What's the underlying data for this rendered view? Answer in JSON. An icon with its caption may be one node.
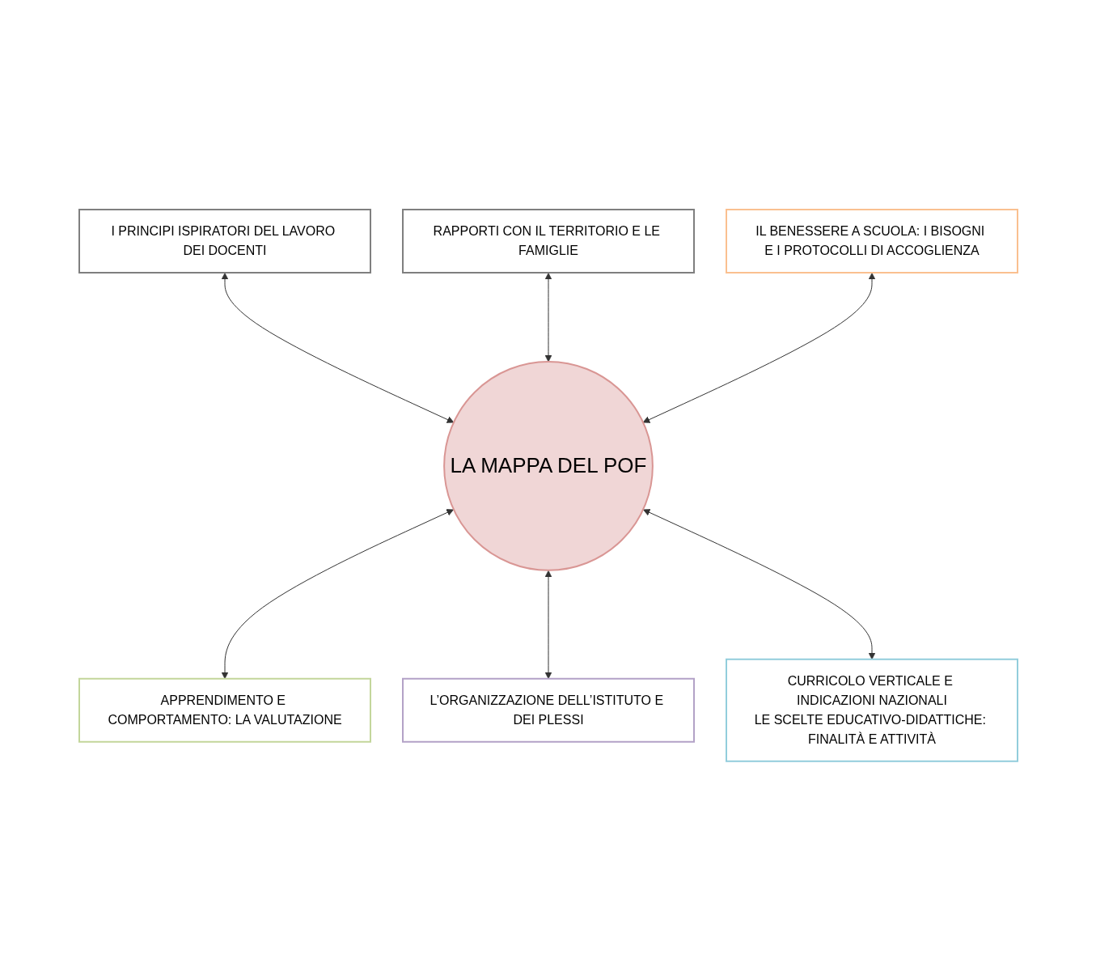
{
  "diagram": {
    "nodes": [
      {
        "text": [
          "RAPPORTI CON IL TERRITORIO E LE FAMIGLIE"
        ]
      },
      {
        "text": [
          "I PRINCIPI ISPIRATORI DEL LAVORO DEI DOCENTI"
        ]
      },
      {
        "text": [
          "IL BENESSERE A SCUOLA: I BISOGNI E I PROTOCOLLI DI ACCOGLIENZA"
        ]
      },
      {
        "text": [
          "LA MAPPA DEL POF"
        ]
      },
      {
        "text": [
          "CURRICOLO VERTICALE E INDICAZIONI NAZIONALI",
          "LE SCELTE EDUCATIVO-DIDATTICHE: FINALITÀ E ATTIVITÀ"
        ]
      },
      {
        "text": [
          "APPRENDIMENTO E COMPORTAMENTO: LA VALUTAZIONE"
        ]
      },
      {
        "text": [
          "L’ORGANIZZAZIONE DELL’ISTITUTO E DEI PLESSI"
        ]
      }
    ],
    "edges": [
      {
        "from": 1,
        "to": 3,
        "arrow": "both"
      },
      {
        "from": 0,
        "to": 3,
        "arrow": "both"
      },
      {
        "from": 2,
        "to": 3,
        "arrow": "both"
      },
      {
        "from": 3,
        "to": 5,
        "arrow": "both"
      },
      {
        "from": 3,
        "to": 6,
        "arrow": "both"
      },
      {
        "from": 3,
        "to": 4,
        "arrow": "both"
      }
    ]
  }
}
